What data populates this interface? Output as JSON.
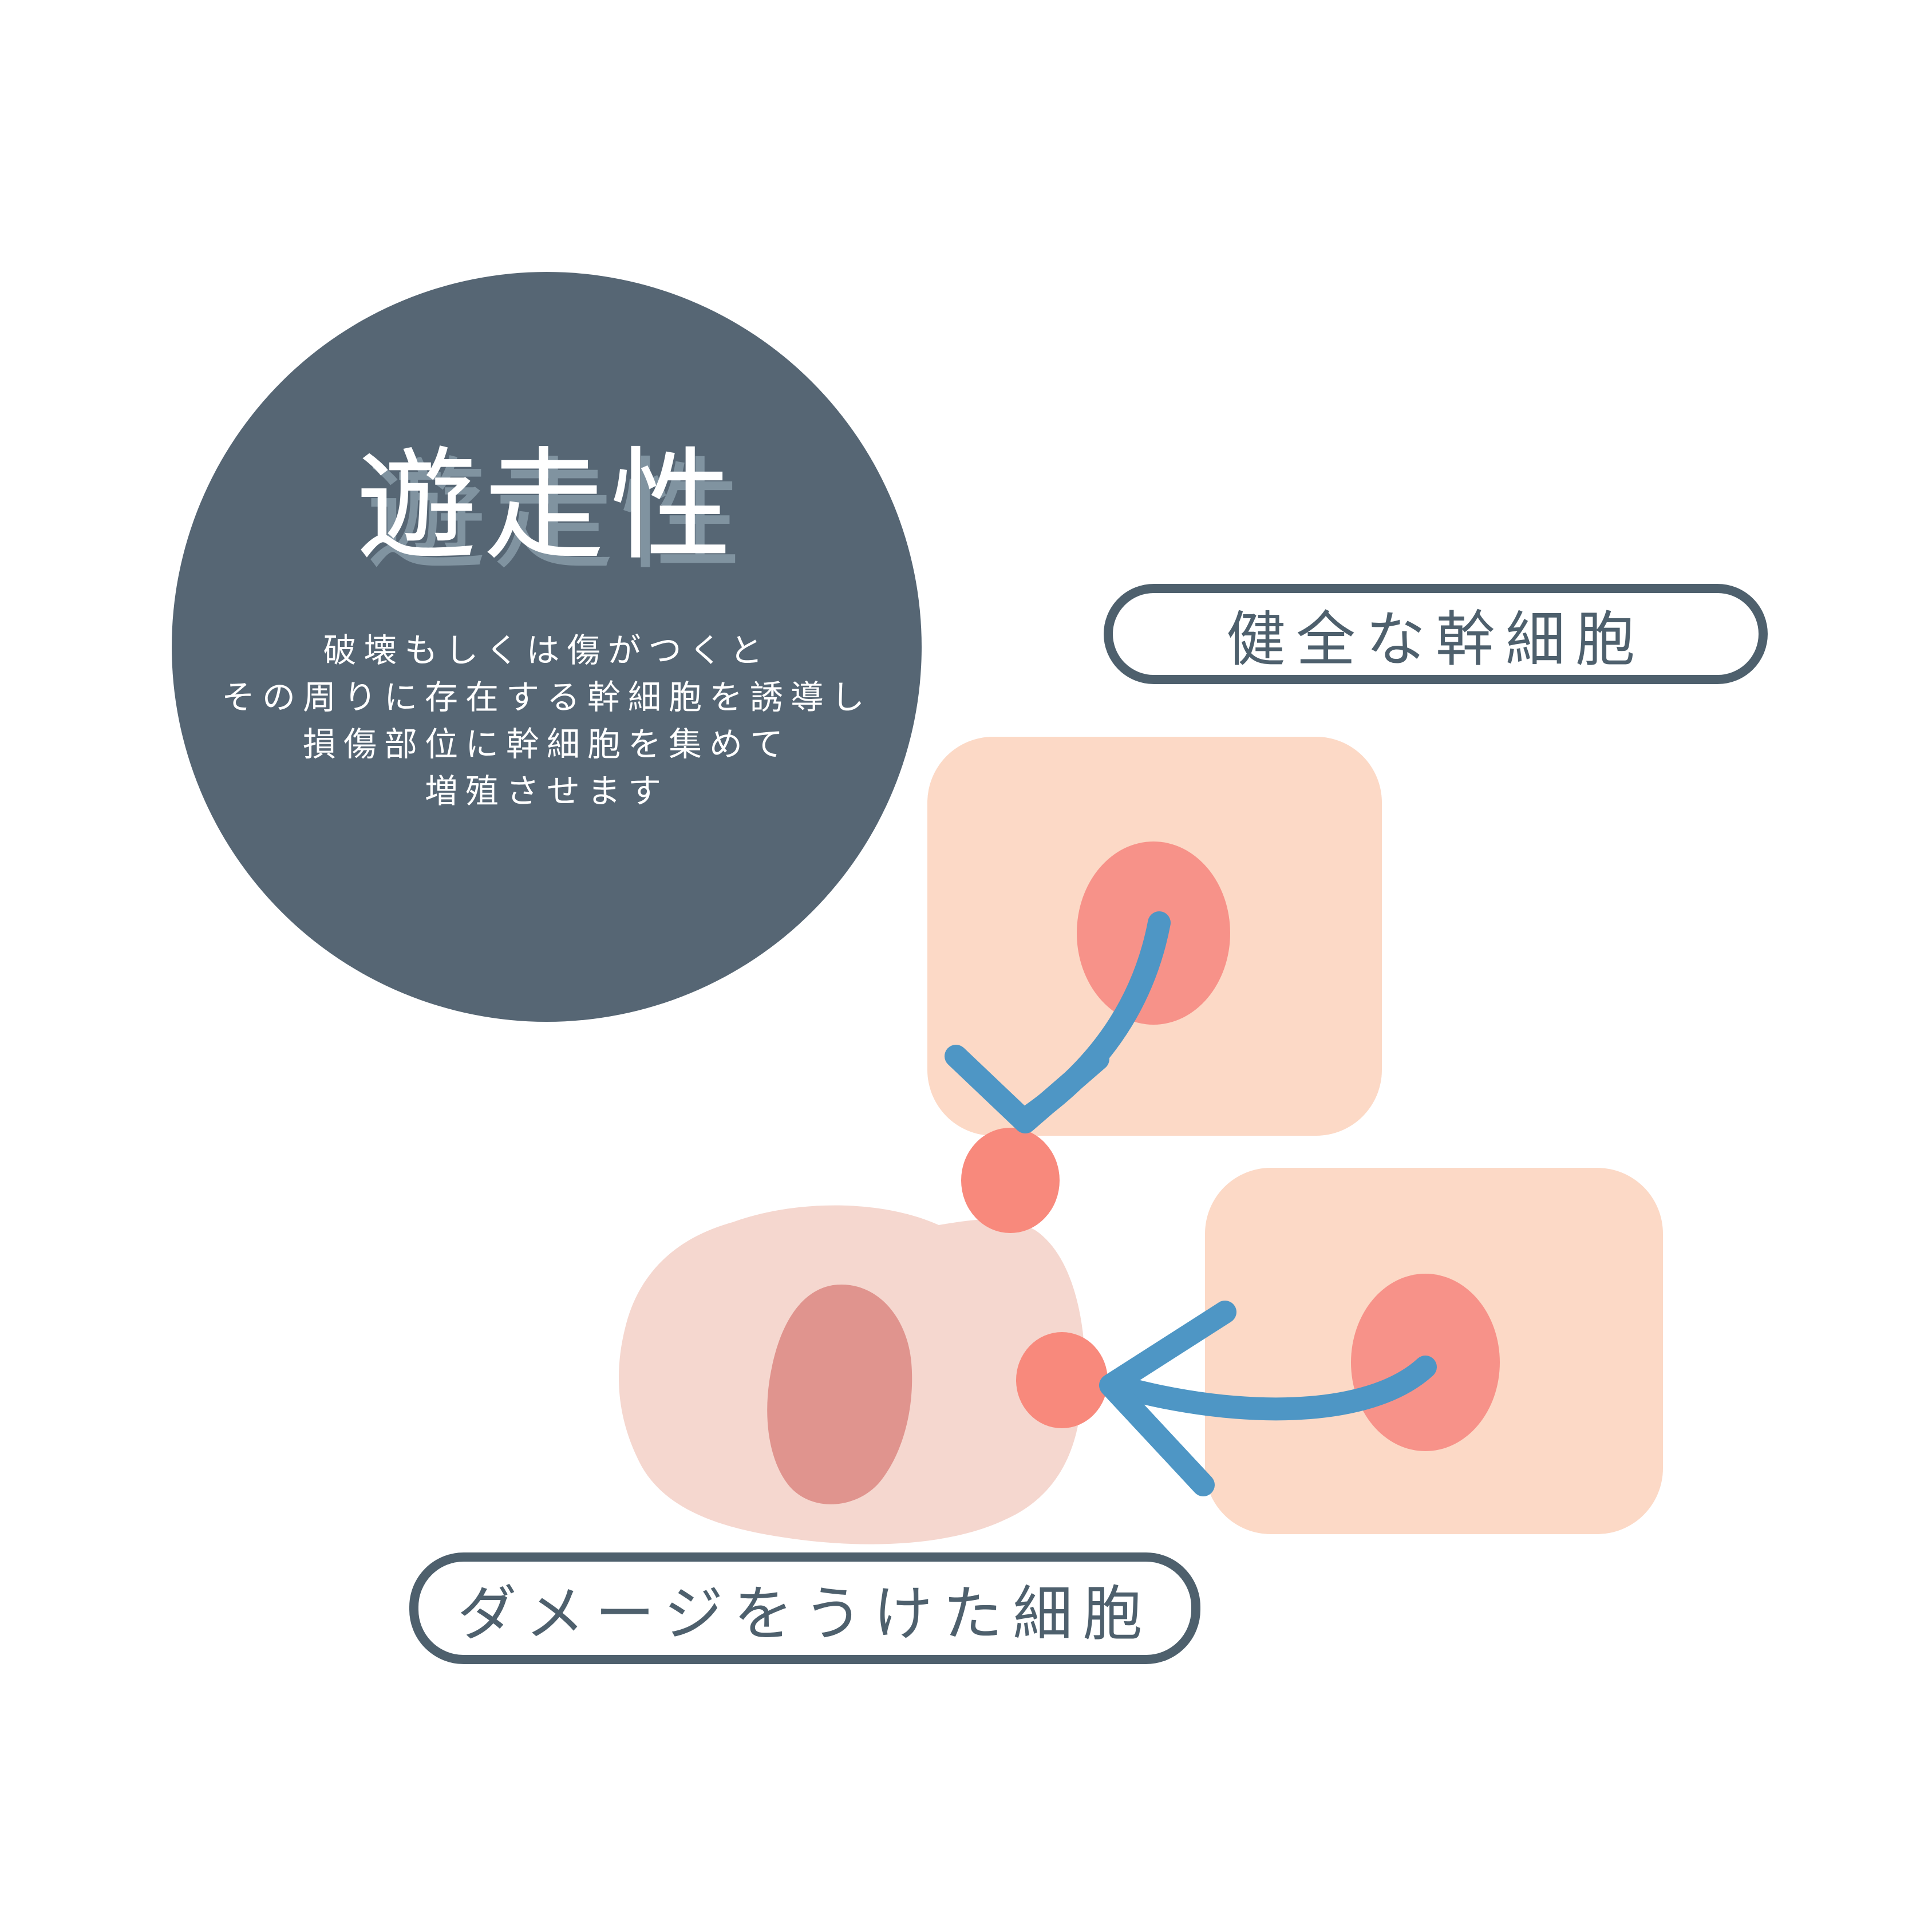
{
  "badge": {
    "title": "遊走性",
    "description_lines": [
      "破壊もしくは傷がつくと",
      "その周りに存在する幹細胞を誘導し",
      "損傷部位に幹細胞を集めて",
      "増殖させます"
    ]
  },
  "labels": {
    "healthy_cells": "健全な幹細胞",
    "damaged_cell": "ダメージをうけた細胞"
  },
  "colors": {
    "background": "#ffffff",
    "badge-bg": "#566674",
    "badge-text": "#ffffff",
    "badge-title-shadow": "#8093a0",
    "label-border": "#4e606d",
    "cell-body": "#fcd9c6",
    "cell-nucleus": "#f79289",
    "damaged-body": "#f5d7cf",
    "damaged-nucleus": "#e0948e",
    "migrating-cell": "#f8897c",
    "arrow": "#4e96c5"
  }
}
